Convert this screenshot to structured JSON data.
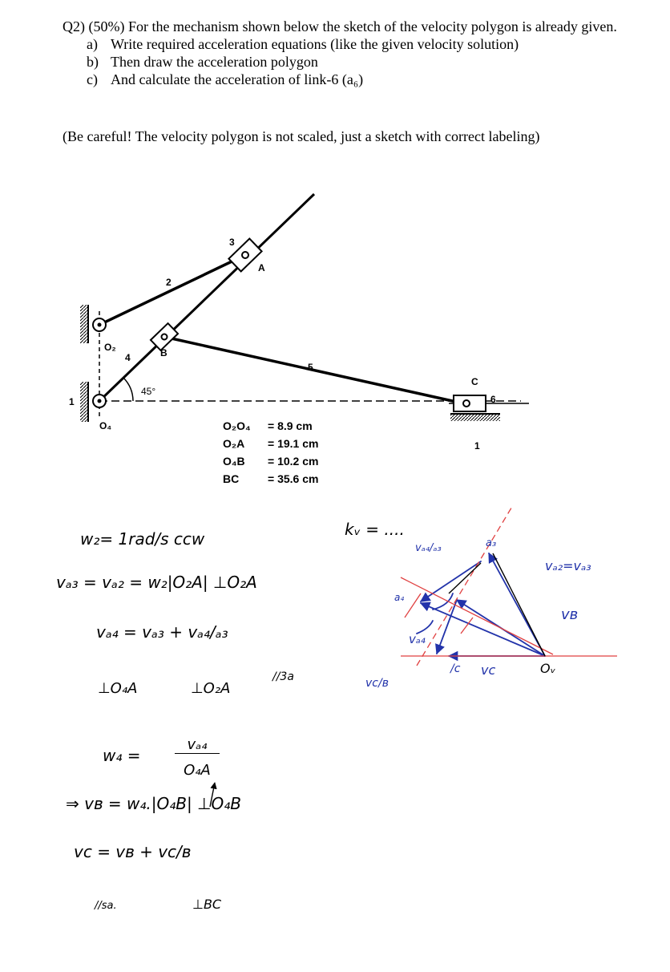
{
  "question": {
    "intro": "Q2) (50%) For the mechanism shown below the sketch of the velocity polygon is already given.",
    "items": [
      {
        "mark": "a)",
        "text": "Write required acceleration equations (like the given velocity solution)"
      },
      {
        "mark": "b)",
        "text": "Then draw the acceleration polygon"
      },
      {
        "mark": "c)",
        "text": "And calculate the acceleration of link-6 (a₆)"
      }
    ],
    "note": "(Be careful! The velocity polygon is not scaled, just a sketch with correct labeling)"
  },
  "mechanism": {
    "labels": {
      "link1_left": "1",
      "link1_right": "1",
      "link2": "2",
      "link3": "3",
      "link4": "4",
      "link5": "5",
      "link6": "6",
      "A": "A",
      "B": "B",
      "C": "C",
      "O2": "O₂",
      "O4": "O₄",
      "angle": "45°"
    },
    "dimensions": [
      {
        "key": "O₂O₄",
        "value": "= 8.9 cm"
      },
      {
        "key": "O₂A",
        "value": "= 19.1 cm"
      },
      {
        "key": "O₄B",
        "value": "= 10.2 cm"
      },
      {
        "key": "BC",
        "value": "= 35.6 cm"
      }
    ]
  },
  "handwriting": {
    "omega2": "w₂= 1rad/s ccw",
    "vA3": "vₐ₃ = vₐ₂ = w₂|O₂A|   ⊥O₂A",
    "vA4_eq": "vₐ₄ = vₐ₃ + vₐ₄/ₐ₃",
    "perp_O4A": "⊥O₄A",
    "perp_O2A": "⊥O₂A",
    "par_3": "//3a",
    "omega4_lhs": "w₄ =",
    "omega4_num": "vₐ₄",
    "omega4_den": "O₄A",
    "vB": "⇒ vʙ = w₄.|O₄B|   ⊥O₄B",
    "vC_eq": "vᴄ = vʙ + vᴄ/ʙ",
    "par_sa": "//sa.",
    "perp_BC": "⊥BC",
    "kv": "kᵥ = ....",
    "poly_vA4A3": "vₐ₄/ₐ₃",
    "poly_a3": "a₃",
    "poly_vA2": "vₐ₂=vₐ₃",
    "poly_vB": "vʙ",
    "poly_a4": "a₄",
    "poly_vA4": "vₐ₄",
    "poly_c": "/c",
    "poly_vC": "vᴄ",
    "poly_Ov": "Oᵥ",
    "poly_vCB": "vᴄ/ʙ"
  }
}
